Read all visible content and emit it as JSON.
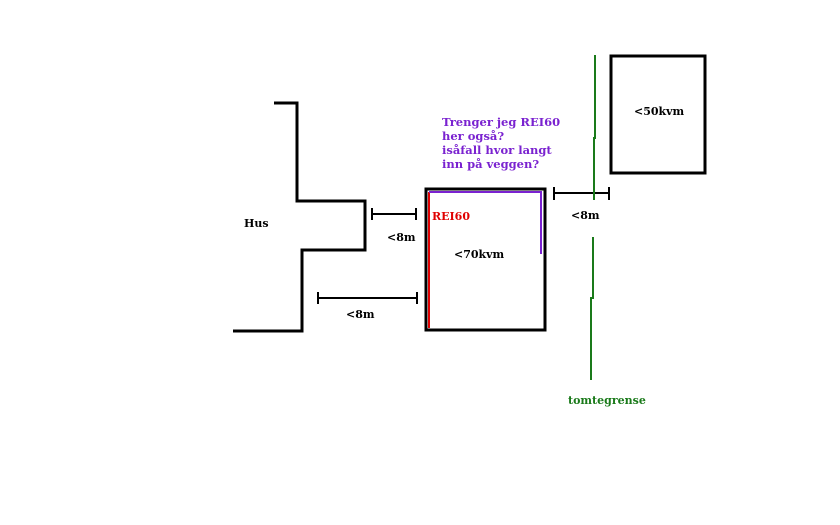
{
  "colors": {
    "ink": "#000000",
    "fire_wall": "#e00000",
    "question_wall": "#7a22d0",
    "boundary": "#1a7a1a"
  },
  "labels": {
    "house": "Hus",
    "dist_house_notch": "<8m",
    "dist_house_lower": "<8m",
    "dist_to_boundary": "<8m",
    "building_main": "<70kvm",
    "building_small": "<50kvm",
    "fire_rating": "REI60",
    "boundary": "tomtegrense",
    "question_lines": [
      "Trenger jeg REI60",
      "her også?",
      "isåfall hvor langt",
      "inn på veggen?"
    ]
  }
}
